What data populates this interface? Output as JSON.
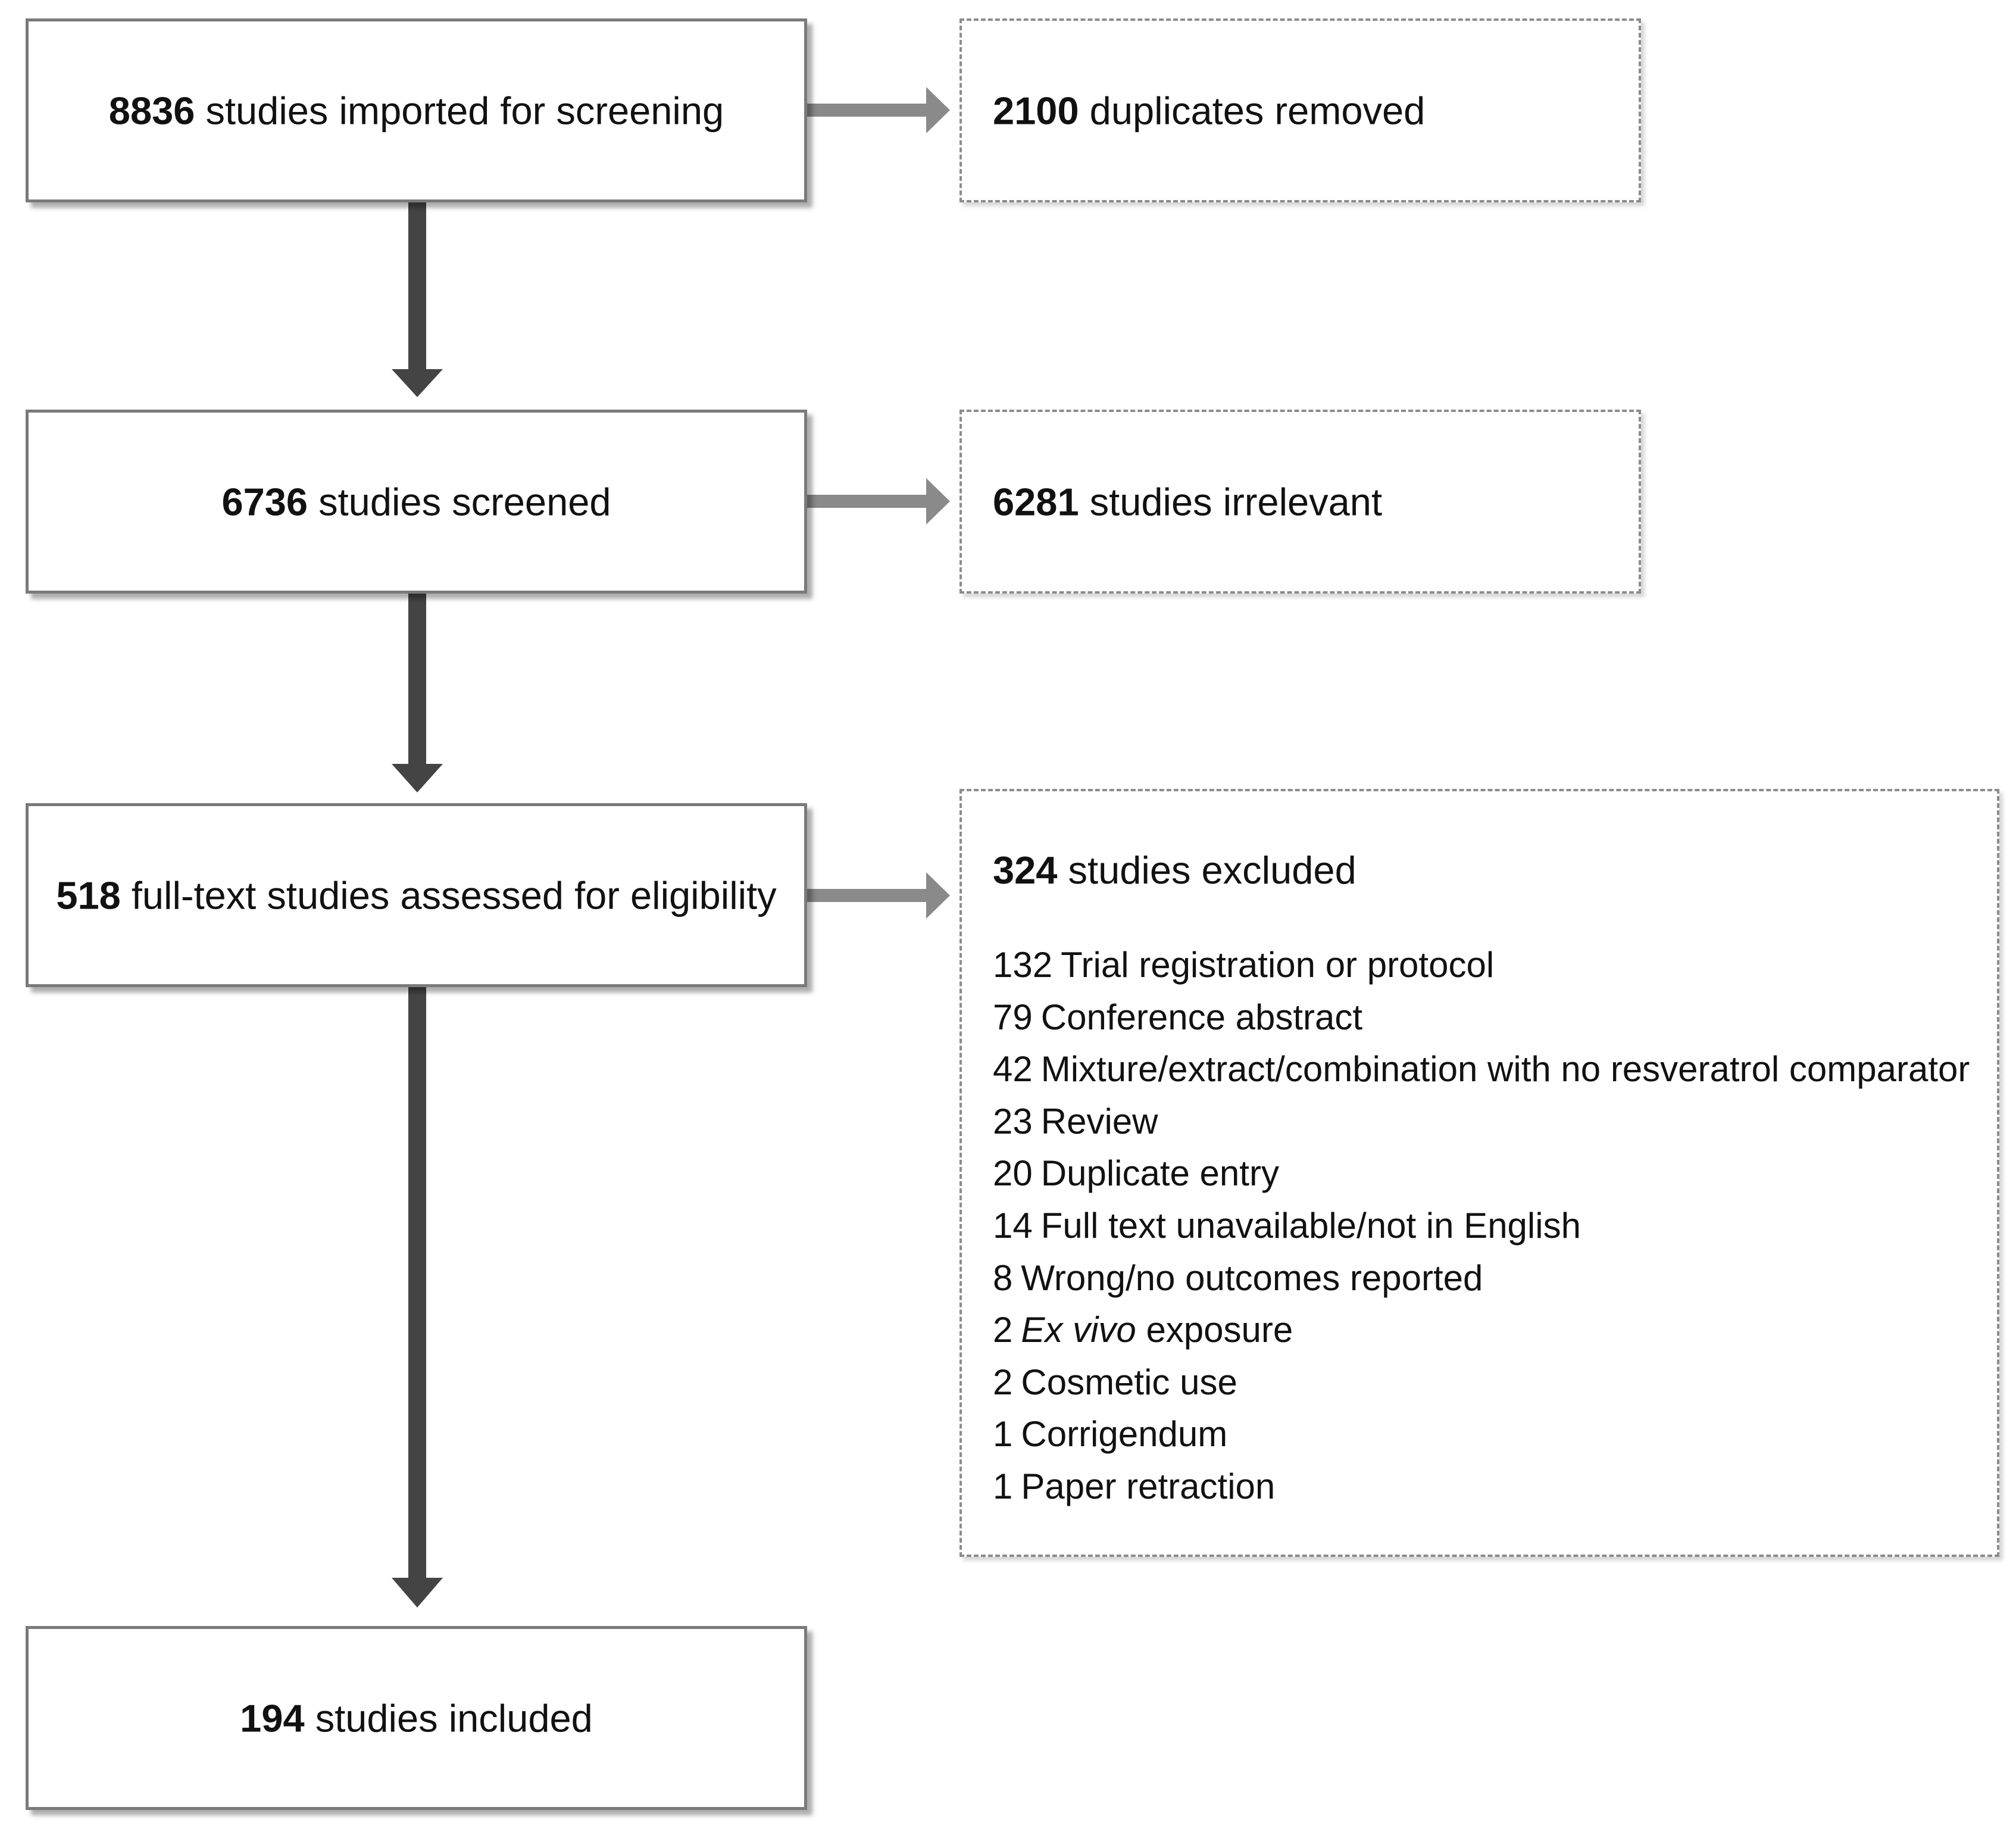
{
  "stages": [
    {
      "count": "8836",
      "text": "studies imported for screening"
    },
    {
      "count": "6736",
      "text": "studies screened"
    },
    {
      "count": "518",
      "text": "full-text studies assessed for eligibility"
    },
    {
      "count": "194",
      "text": "studies included"
    }
  ],
  "removed": [
    {
      "count": "2100",
      "text": "duplicates removed"
    },
    {
      "count": "6281",
      "text": "studies irrelevant"
    }
  ],
  "excluded": {
    "count": "324",
    "text": "studies excluded",
    "reasons": [
      {
        "count": "132",
        "text": "Trial registration or protocol"
      },
      {
        "count": "79",
        "text": "Conference abstract"
      },
      {
        "count": "42",
        "text": "Mixture/extract/combination with no resveratrol comparator"
      },
      {
        "count": "23",
        "text": "Review"
      },
      {
        "count": "20",
        "text": "Duplicate entry"
      },
      {
        "count": "14",
        "text": "Full text unavailable/not in English"
      },
      {
        "count": "8",
        "text": "Wrong/no outcomes reported"
      },
      {
        "count": "2",
        "text_em": "Ex vivo",
        "text": "exposure"
      },
      {
        "count": "2",
        "text": "Cosmetic use"
      },
      {
        "count": "1",
        "text": "Corrigendum"
      },
      {
        "count": "1",
        "text": "Paper retraction"
      }
    ]
  },
  "colors": {
    "down_arrow": "#444444",
    "side_arrow": "#8a8a8a",
    "solid_border": "#7a7a7a",
    "dashed_border": "#8c8c8c"
  }
}
